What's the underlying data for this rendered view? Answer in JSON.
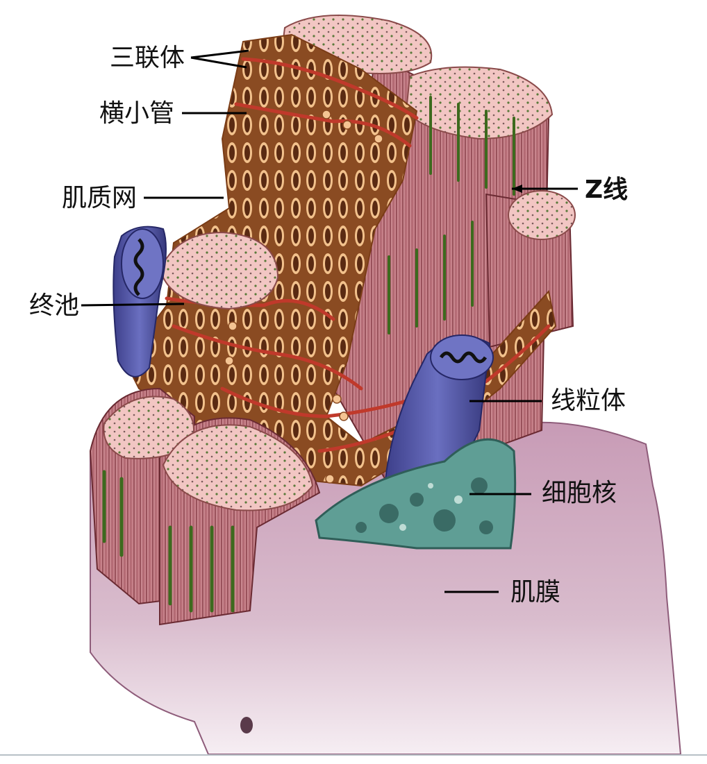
{
  "labels": {
    "triad": "三联体",
    "t_tubule": "横小管",
    "sarcoplasmic_reticulum": "肌质网",
    "terminal_cisterna": "终池",
    "z_line": "Z线",
    "mitochondrion": "线粒体",
    "nucleus": "细胞核",
    "sarcolemma": "肌膜"
  },
  "colors": {
    "myofibril": "#d98a8f",
    "myofibril_end": "#f2c4c4",
    "reticulum": "#e9a766",
    "t_tubule": "#c0392b",
    "mitochondrion": "#4b4fa0",
    "nucleus": "#5f9e95",
    "sarcolemma": "#c9a9c0",
    "z_line": "#4a7a2a"
  }
}
